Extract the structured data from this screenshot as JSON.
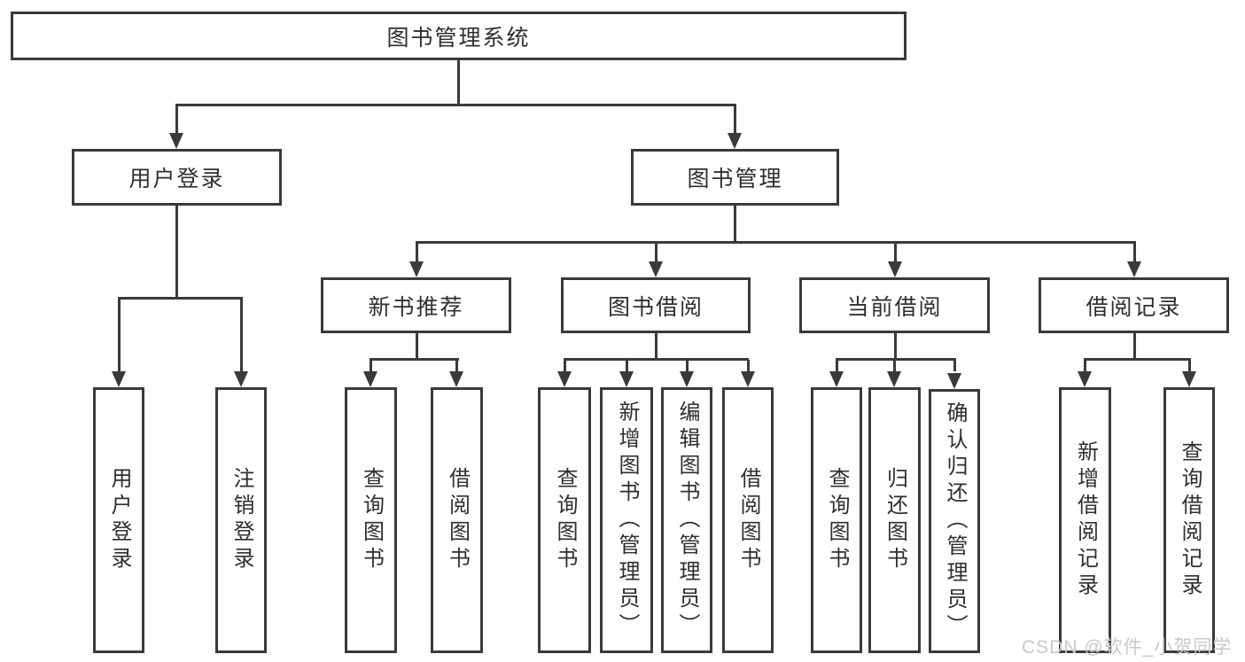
{
  "diagram": {
    "root": {
      "label": "图书管理系统"
    },
    "level2": {
      "user_login": {
        "label": "用户登录"
      },
      "book_management": {
        "label": "图书管理"
      }
    },
    "level3": {
      "new_book_recommend": {
        "label": "新书推荐"
      },
      "book_borrowing": {
        "label": "图书借阅"
      },
      "current_borrowing": {
        "label": "当前借阅"
      },
      "borrowing_records": {
        "label": "借阅记录"
      }
    },
    "leaves": {
      "user_login_leaf": {
        "label": "用户登录"
      },
      "logout_leaf": {
        "label": "注销登录"
      },
      "recommend_query_books": {
        "label": "查询图书"
      },
      "recommend_borrow_books": {
        "label": "借阅图书"
      },
      "borrow_query_books": {
        "label": "查询图书"
      },
      "borrow_add_books_admin": {
        "label": "新增图书（管理员）"
      },
      "borrow_edit_books_admin": {
        "label": "编辑图书（管理员）"
      },
      "borrow_borrow_books": {
        "label": "借阅图书"
      },
      "current_query_books": {
        "label": "查询图书"
      },
      "current_return_books": {
        "label": "归还图书"
      },
      "current_confirm_return_admin": {
        "label": "确认归还（管理员）"
      },
      "records_add": {
        "label": "新增借阅记录"
      },
      "records_query": {
        "label": "查询借阅记录"
      }
    }
  },
  "watermark": {
    "text": "CSDN @软件_小贺同学",
    "color": "#c9c9c9"
  },
  "colors": {
    "line": "#3a3a3a",
    "box_border": "#3a3a3a",
    "text": "#2f2f2f",
    "background": "#ffffff"
  }
}
